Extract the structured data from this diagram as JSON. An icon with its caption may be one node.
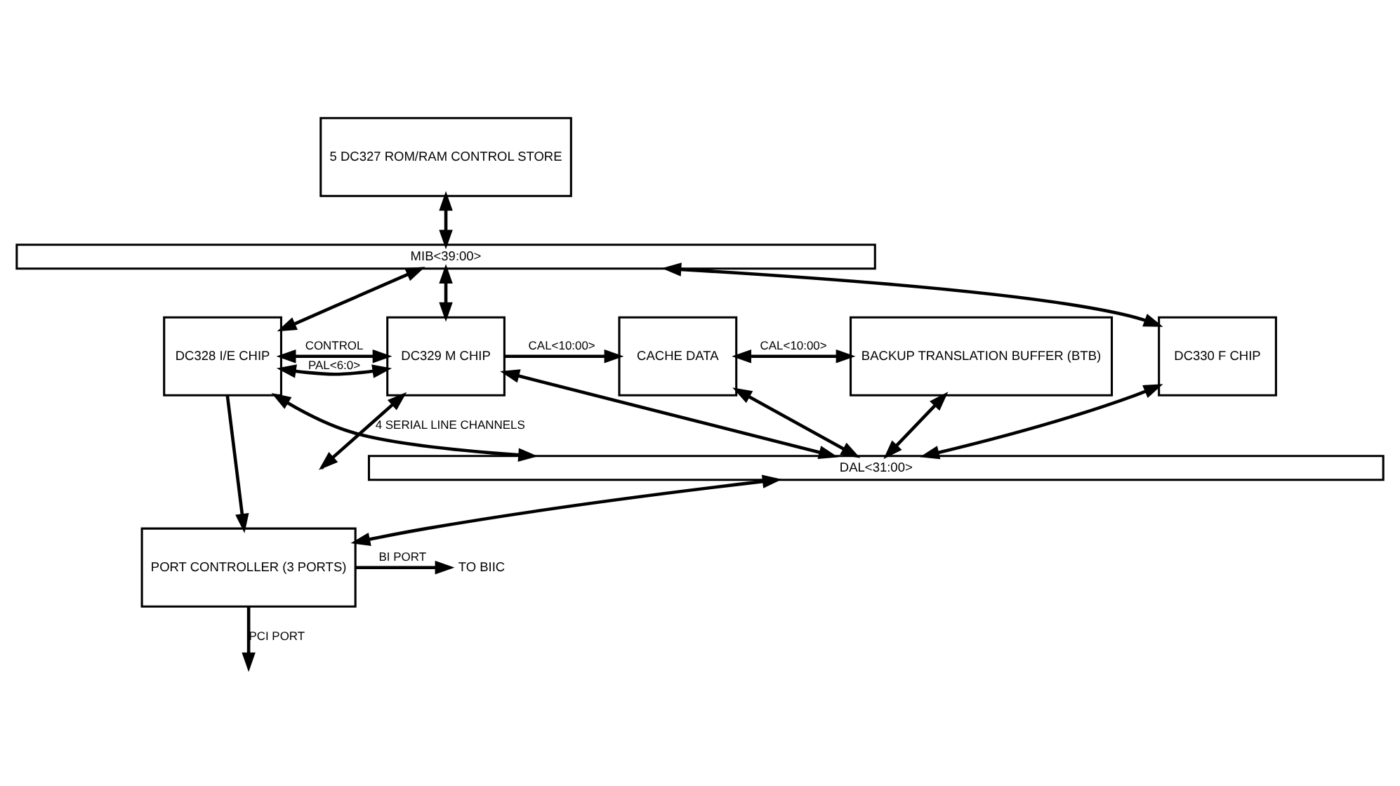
{
  "diagram": {
    "nodes": [
      {
        "text": [
          "5 DC327 ROM/RAM CONTROL STORE"
        ]
      },
      {
        "text": [
          "MIB<39:00>"
        ]
      },
      {
        "text": [
          "DC330 F CHIP"
        ]
      },
      {
        "text": [
          "DC328 I/E CHIP"
        ]
      },
      {
        "text": [
          "DC329 M CHIP"
        ]
      },
      {
        "text": [
          "CACHE DATA"
        ]
      },
      {
        "text": [
          "BACKUP TRANSLATION BUFFER (BTB)"
        ]
      },
      {
        "text": [
          "DAL<31:00>"
        ]
      },
      {
        "text": [
          "PORT CONTROLLER (3 PORTS)"
        ]
      },
      {
        "text": [
          "TO BIIC"
        ]
      }
    ],
    "edges": [
      {
        "from": 0,
        "to": 1,
        "arrow": "both"
      },
      {
        "from": 1,
        "to": 2,
        "arrow": "both"
      },
      {
        "from": 1,
        "to": 3,
        "arrow": "both"
      },
      {
        "from": 1,
        "to": 4,
        "arrow": "both"
      },
      {
        "from": 3,
        "to": 4,
        "arrow": "both",
        "label": "PAL<6:0>"
      },
      {
        "from": 3,
        "to": 4,
        "arrow": "both",
        "label": "CONTROL"
      },
      {
        "from": 3,
        "to": 8,
        "arrow": "to"
      },
      {
        "from": 4,
        "to": null,
        "arrow": "both",
        "label": "4 SERIAL LINE CHANNELS"
      },
      {
        "from": 4,
        "to": 5,
        "arrow": "to",
        "label": "CAL<10:00>"
      },
      {
        "from": 5,
        "to": 6,
        "arrow": "both",
        "label": "CAL<10:00>"
      },
      {
        "from": 2,
        "to": 7,
        "arrow": "both"
      },
      {
        "from": 3,
        "to": 7,
        "arrow": "both"
      },
      {
        "from": 4,
        "to": 7,
        "arrow": "both"
      },
      {
        "from": 5,
        "to": 7,
        "arrow": "both"
      },
      {
        "from": 6,
        "to": 7,
        "arrow": "both"
      },
      {
        "from": 7,
        "to": 8,
        "arrow": "both"
      },
      {
        "from": 8,
        "to": 9,
        "arrow": "to",
        "label": "BI PORT"
      },
      {
        "from": 8,
        "to": null,
        "arrow": "to",
        "label": "PCI PORT"
      }
    ]
  }
}
